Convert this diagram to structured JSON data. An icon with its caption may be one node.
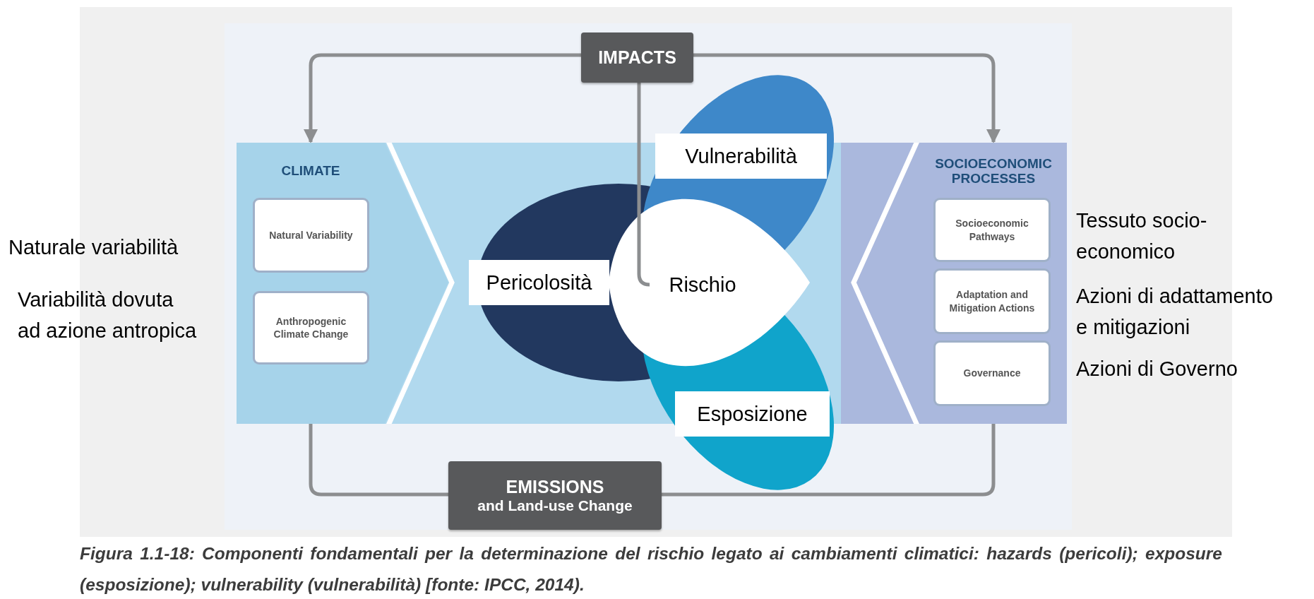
{
  "diagram": {
    "caption": "Figura 1.1-18: Componenti fondamentali per la determinazione del rischio legato ai cambiamenti climatici: hazards (pericoli); exposure (esposizione); vulnerability (vulnerabilità) [fonte: IPCC, 2014).",
    "nodes": [
      {
        "text": [
          "IMPACTS"
        ]
      },
      {
        "text": [
          "CLIMATE"
        ]
      },
      {
        "text": [
          "Natural Variability"
        ],
        "in": 1,
        "beside": [
          "Naturale variabilità"
        ]
      },
      {
        "text": [
          "Anthropogenic Climate Change"
        ],
        "in": 1,
        "beside": [
          "Variabilità dovuta ad azione antropica"
        ]
      },
      {
        "text": [
          "Pericolosità"
        ]
      },
      {
        "text": [
          "Vulnerabilità"
        ]
      },
      {
        "text": [
          "Rischio"
        ]
      },
      {
        "text": [
          "Esposizione"
        ]
      },
      {
        "text": [
          "SOCIOECONOMIC PROCESSES"
        ]
      },
      {
        "text": [
          "Socioeconomic Pathways"
        ],
        "in": 8,
        "beside": [
          "Tessuto socio- economico"
        ]
      },
      {
        "text": [
          "Adaptation and Mitigation Actions"
        ],
        "in": 8,
        "beside": [
          "Azioni di adattamento e mitigazioni"
        ]
      },
      {
        "text": [
          "Governance"
        ],
        "in": 8,
        "beside": [
          "Azioni di Governo"
        ]
      },
      {
        "text": [
          "EMISSIONS",
          "and Land-use Change"
        ]
      }
    ],
    "edges": [
      {
        "from": 0,
        "to": 1,
        "arrow": "to"
      },
      {
        "from": 0,
        "to": 8,
        "arrow": "to"
      },
      {
        "from": 0,
        "to": 6,
        "arrow": "none"
      },
      {
        "from": 12,
        "to": 3,
        "arrow": "to"
      },
      {
        "from": 8,
        "to": 12,
        "arrow": "none"
      }
    ]
  }
}
